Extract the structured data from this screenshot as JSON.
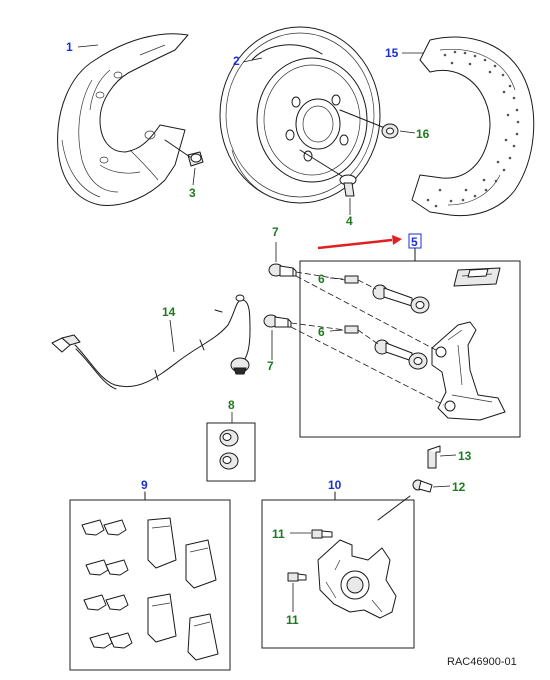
{
  "colors": {
    "blue_label": "#1a2fd6",
    "green_label": "#1f7a1f",
    "arrow": "#e02020",
    "highlight_box": "#1a2fd6"
  },
  "callouts": {
    "c1": "1",
    "c2": "2",
    "c3": "3",
    "c4": "4",
    "c5": "5",
    "c6a": "6",
    "c6b": "6",
    "c7a": "7",
    "c7b": "7",
    "c8": "8",
    "c9": "9",
    "c10": "10",
    "c11a": "11",
    "c11b": "11",
    "c12": "12",
    "c13": "13",
    "c14": "14",
    "c15": "15",
    "c16": "16"
  },
  "reference_code": "RAC46900-01"
}
